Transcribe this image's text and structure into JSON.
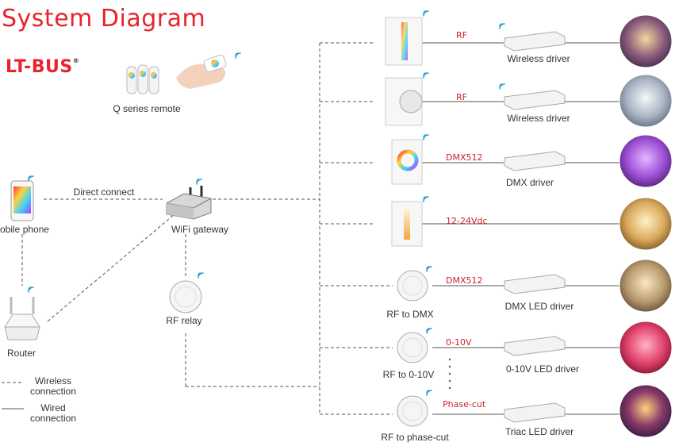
{
  "title": "System Diagram",
  "brand": {
    "name": "LT-BUS",
    "mark": "®"
  },
  "nodes": {
    "remote": "Q series remote",
    "phone": "obile phone",
    "router": "Router",
    "gateway": "WiFi gateway",
    "relay": "RF relay",
    "direct_connect": "Direct connect"
  },
  "rows": [
    {
      "device": "",
      "signal": "RF",
      "driver": "Wireless driver"
    },
    {
      "device": "",
      "signal": "RF",
      "driver": "Wireless driver"
    },
    {
      "device": "",
      "signal": "DMX512",
      "driver": "DMX driver"
    },
    {
      "device": "",
      "signal": "12-24Vdc",
      "driver": ""
    },
    {
      "device": "RF to DMX",
      "signal": "DMX512",
      "driver": "DMX LED driver"
    },
    {
      "device": "RF to 0-10V",
      "signal": "0-10V",
      "driver": "0-10V LED driver"
    },
    {
      "device": "RF to phase-cut",
      "signal": "Phase-cut",
      "driver": "Triac LED driver"
    }
  ],
  "legend": {
    "wireless": "Wireless\nconnection",
    "wired": "Wired\nconnection"
  },
  "colors": {
    "accent": "#e8232d",
    "line": "#555555"
  }
}
